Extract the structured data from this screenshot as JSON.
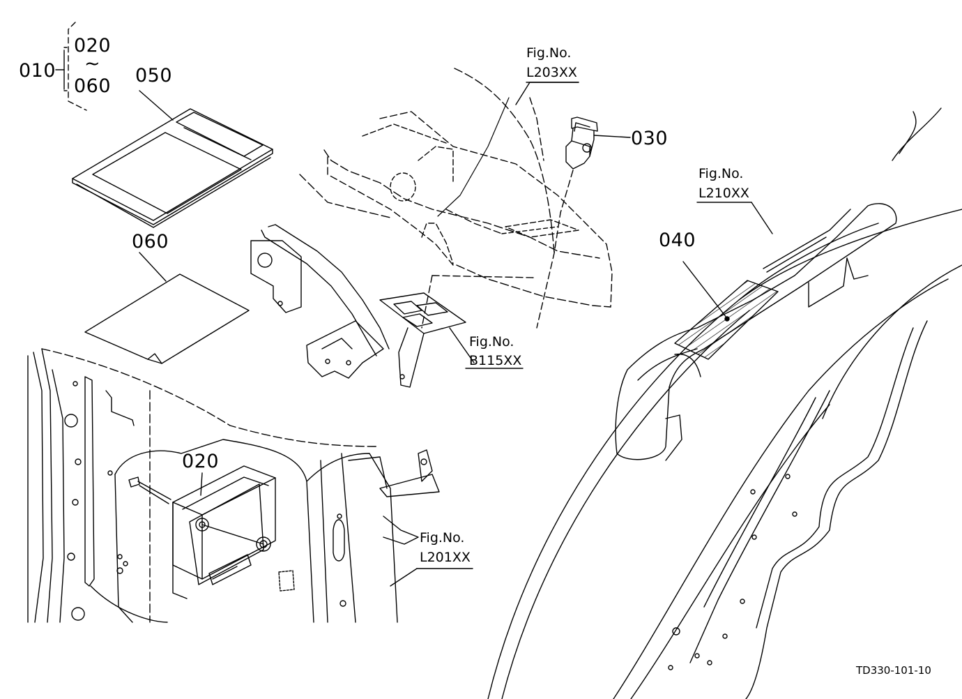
{
  "assembly": {
    "main": "010",
    "range_start": "020",
    "range_tilde": "~",
    "range_end": "060"
  },
  "parts": {
    "p050": "050",
    "p060": "060",
    "p030": "030",
    "p040": "040",
    "p020": "020"
  },
  "fig_refs": [
    {
      "prefix": "Fig.No.",
      "ref": "L203XX"
    },
    {
      "prefix": "Fig.No.",
      "ref": "L210XX"
    },
    {
      "prefix": "Fig.No.",
      "ref": "B115XX"
    },
    {
      "prefix": "Fig.No.",
      "ref": "L201XX"
    }
  ],
  "drawing_code": "TD330-101-10"
}
